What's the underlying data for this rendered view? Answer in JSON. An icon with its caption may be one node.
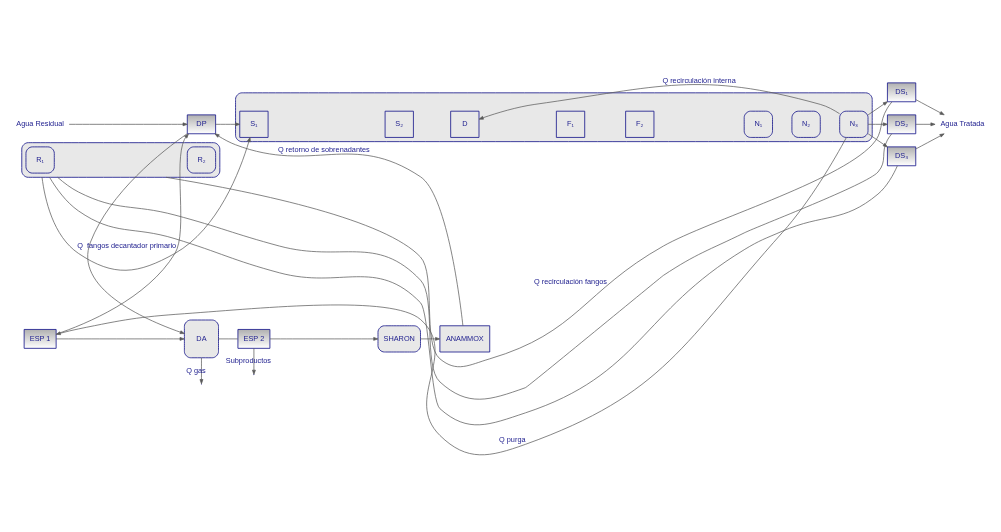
{
  "diagram": {
    "nodes": [
      {
        "text": [
          "Agua Residual"
        ]
      },
      {
        "text": [
          "DP"
        ]
      },
      {
        "text": [],
        "shape": "box"
      },
      {
        "text": [
          "S₁"
        ],
        "in": 2
      },
      {
        "text": [
          "S₂"
        ],
        "in": 2
      },
      {
        "text": [
          "D"
        ],
        "in": 2
      },
      {
        "text": [
          "F₁"
        ],
        "in": 2
      },
      {
        "text": [
          "F₂"
        ],
        "in": 2
      },
      {
        "text": [
          "N₁"
        ],
        "in": 2
      },
      {
        "text": [
          "N₂"
        ],
        "in": 2
      },
      {
        "text": [
          "N₃"
        ],
        "in": 2
      },
      {
        "text": [
          "DS₁"
        ]
      },
      {
        "text": [
          "DS₂"
        ]
      },
      {
        "text": [
          "DS₃"
        ]
      },
      {
        "text": [
          "Agua Tratada"
        ]
      },
      {
        "text": [],
        "shape": "box"
      },
      {
        "text": [
          "R₁"
        ],
        "in": 15
      },
      {
        "text": [
          "R₂"
        ],
        "in": 15
      },
      {
        "text": [
          "ESP 1"
        ]
      },
      {
        "text": [
          "DA"
        ]
      },
      {
        "text": [
          "ESP 2"
        ]
      },
      {
        "text": [
          "SHARON"
        ]
      },
      {
        "text": [
          "ANAMMOX"
        ]
      }
    ],
    "edges": [
      {
        "from": 0,
        "to": 1,
        "arrow": "to"
      },
      {
        "from": 1,
        "to": 3,
        "arrow": "to"
      },
      {
        "from": 10,
        "to": 5,
        "arrow": "to",
        "label": "Q recirculación interna"
      },
      {
        "from": 10,
        "to": 11,
        "arrow": "to"
      },
      {
        "from": 10,
        "to": 12,
        "arrow": "to"
      },
      {
        "from": 10,
        "to": 13,
        "arrow": "to"
      },
      {
        "from": 11,
        "to": 14,
        "arrow": "to"
      },
      {
        "from": 12,
        "to": 14,
        "arrow": "to"
      },
      {
        "from": 13,
        "to": 14,
        "arrow": "to"
      },
      {
        "from": 11,
        "to": 15,
        "arrow": "none",
        "label": "Q recirculación fangos"
      },
      {
        "from": 12,
        "to": 15,
        "arrow": "none"
      },
      {
        "from": 13,
        "to": 15,
        "arrow": "none"
      },
      {
        "from": 15,
        "to": 3,
        "arrow": "to"
      },
      {
        "from": 10,
        "to": 18,
        "arrow": "to",
        "label": "Q purga"
      },
      {
        "from": 1,
        "to": 19,
        "arrow": "to",
        "label": "Q  fangos decantador primario"
      },
      {
        "from": 18,
        "to": 1,
        "arrow": "to"
      },
      {
        "from": 18,
        "to": 19,
        "arrow": "to"
      },
      {
        "from": 19,
        "to": null,
        "arrow": "to",
        "label": "Q gas"
      },
      {
        "from": 19,
        "to": 20,
        "arrow": "none"
      },
      {
        "from": 20,
        "to": null,
        "arrow": "to",
        "label": "Subproductos"
      },
      {
        "from": 20,
        "to": 21,
        "arrow": "to"
      },
      {
        "from": 21,
        "to": 22,
        "arrow": "to"
      },
      {
        "from": 22,
        "to": 1,
        "arrow": "to",
        "label": "Q retorno de sobrenadantes"
      }
    ]
  }
}
